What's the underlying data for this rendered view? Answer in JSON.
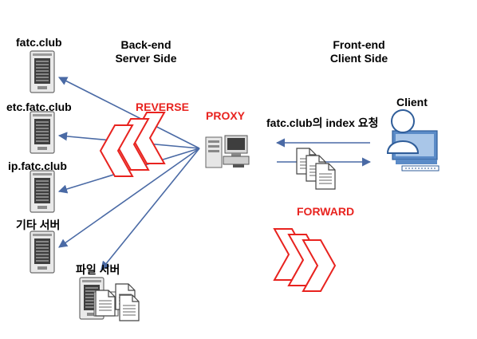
{
  "servers": [
    {
      "label": "fatc.club"
    },
    {
      "label": "etc.fatc.club"
    },
    {
      "label": "ip.fatc.club"
    },
    {
      "label": "기타 서버"
    },
    {
      "label": "파일 서버"
    }
  ],
  "headings": {
    "backend_line1": "Back-end",
    "backend_line2": "Server Side",
    "frontend_line1": "Front-end",
    "frontend_line2": "Client Side"
  },
  "proxy": {
    "label": "PROXY"
  },
  "reverse": {
    "label": "REVERSE"
  },
  "forward": {
    "label": "FORWARD"
  },
  "client": {
    "label": "Client"
  },
  "request": {
    "label": "fatc.club의 index 요청"
  },
  "colors": {
    "arrow_blue": "#4a6aa5",
    "accent_red": "#e8231f",
    "icon_gray": "#7f7f7f",
    "client_blue": "#5b8bc7"
  },
  "icons": {
    "server": "server-tower-icon",
    "proxy": "proxy-computer-icon",
    "client": "client-user-icon",
    "document": "document-stack-icon"
  }
}
